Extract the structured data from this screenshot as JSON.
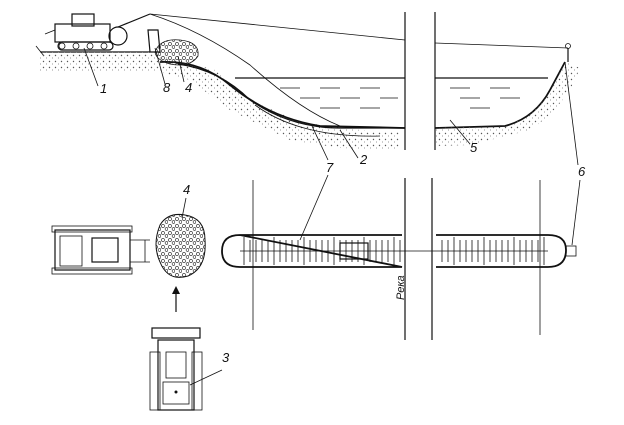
{
  "colors": {
    "ink": "#111111",
    "paper": "#ffffff",
    "soil": "#c9c9c9"
  },
  "callouts": {
    "c1": "1",
    "c2": "2",
    "c3": "3",
    "c4_top": "4",
    "c4_plan": "4",
    "c5": "5",
    "c6": "6",
    "c7": "7",
    "c8": "8"
  },
  "river_label": "Река",
  "arrow_icon": "arrow-up-icon"
}
